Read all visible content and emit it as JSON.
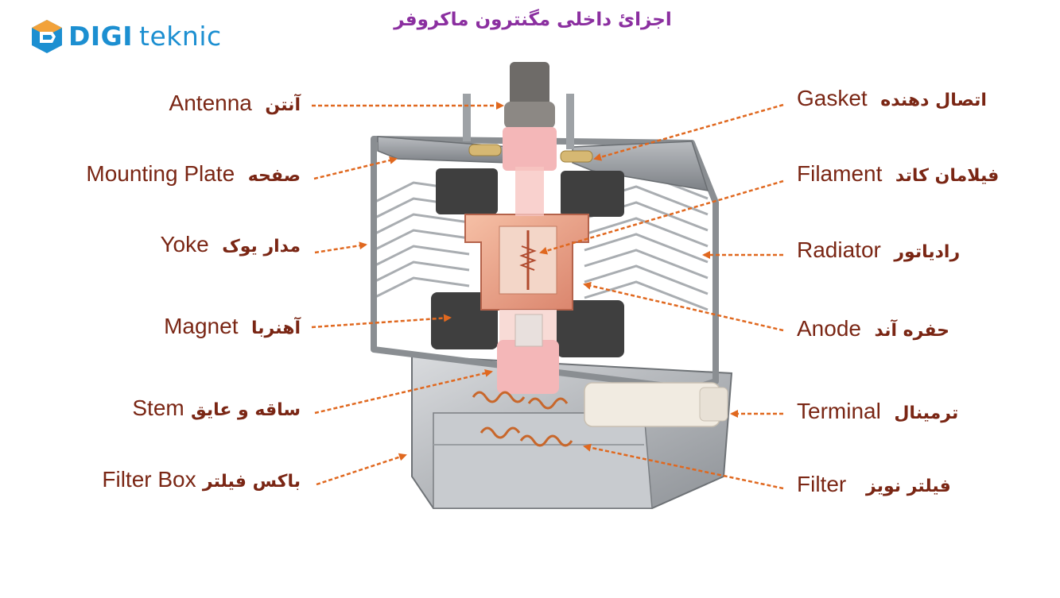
{
  "logo": {
    "brand_part1": "DIGI",
    "brand_part2": "teknic",
    "icon": "digiteknic-logo-icon"
  },
  "title": "اجزائ داخلی مگنترون ماکروفر",
  "labels_left": [
    {
      "id": "antenna",
      "en": "Antenna",
      "fa": "آنتن"
    },
    {
      "id": "mounting-plate",
      "en": "Mounting Plate",
      "fa": "صفحه"
    },
    {
      "id": "yoke",
      "en": "Yoke",
      "fa": "مدار یوک"
    },
    {
      "id": "magnet",
      "en": "Magnet",
      "fa": "آهنربا"
    },
    {
      "id": "stem",
      "en": "Stem",
      "fa": "ساقه و عایق"
    },
    {
      "id": "filter-box",
      "en": "Filter Box",
      "fa": "باکس فیلتر"
    }
  ],
  "labels_right": [
    {
      "id": "gasket",
      "en": "Gasket",
      "fa": "اتصال دهنده"
    },
    {
      "id": "filament",
      "en": "Filament",
      "fa": "فیلامان کاتد"
    },
    {
      "id": "radiator",
      "en": "Radiator",
      "fa": "رادیاتور"
    },
    {
      "id": "anode",
      "en": "Anode",
      "fa": "حفره آند"
    },
    {
      "id": "terminal",
      "en": "Terminal",
      "fa": "ترمینال"
    },
    {
      "id": "filter",
      "en": "Filter",
      "fa": "فیلتر نویز"
    }
  ],
  "colors": {
    "arrow": "#e0681f",
    "label": "#7a2614",
    "title": "#8b2fa0",
    "logo": "#1c8fd1"
  }
}
